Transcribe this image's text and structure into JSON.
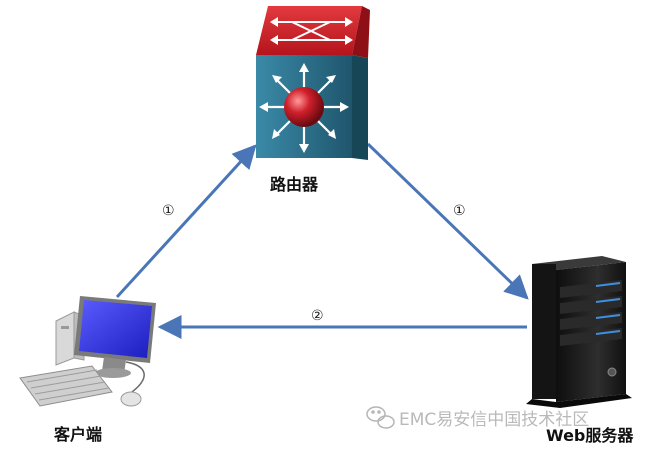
{
  "nodes": {
    "router": {
      "label": "路由器"
    },
    "client": {
      "label": "客户端"
    },
    "server": {
      "label": "Web服务器"
    }
  },
  "edges": {
    "client_to_router": {
      "step": "①"
    },
    "router_to_server": {
      "step": "①"
    },
    "server_to_client": {
      "step": "②"
    }
  },
  "watermark": {
    "text": "EMC易安信中国技术社区"
  },
  "colors": {
    "arrow": "#4a76b8",
    "router_top": "#cc1f27",
    "router_body": "#2b6a83",
    "router_ball": "#cf1e2a",
    "server_body": "#1f1f1f",
    "server_led": "#3f8fe0"
  }
}
